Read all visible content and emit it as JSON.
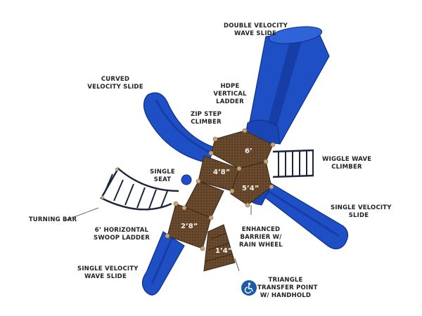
{
  "labels": {
    "double_velocity_wave_slide": [
      "DOUBLE VELOCITY",
      "WAVE SLIDE"
    ],
    "curved_velocity_slide": [
      "CURVED",
      "VELOCITY SLIDE"
    ],
    "hdpe_vertical_ladder": [
      "HDPE",
      "VERTICAL",
      "LADDER"
    ],
    "zip_step_climber": [
      "ZIP STEP",
      "CLIMBER"
    ],
    "single_seat": [
      "SINGLE",
      "SEAT"
    ],
    "wiggle_wave_climber": [
      "WIGGLE WAVE",
      "CLIMBER"
    ],
    "turning_bar": [
      "TURNING BAR"
    ],
    "single_velocity_slide": [
      "SINGLE VELOCITY",
      "SLIDE"
    ],
    "horizontal_swoop_ladder": [
      "6’ HORIZONTAL",
      "SWOOP LADDER"
    ],
    "enhanced_barrier": [
      "ENHANCED",
      "BARRIER W/",
      "RAIN WHEEL"
    ],
    "single_velocity_wave_slide": [
      "SINGLE VELOCITY",
      "WAVE SLIDE"
    ],
    "triangle_transfer_point": [
      "TRIANGLE",
      "TRANSFER POINT",
      "W/ HANDHOLD"
    ]
  },
  "deck_heights": {
    "top_deck": "6’",
    "upper_middle_deck": "4’8”",
    "right_middle_deck": "5’4”",
    "lower_deck": "2’8”",
    "transfer_step": "1’4”"
  },
  "icons": {
    "accessibility": "wheelchair-icon"
  },
  "colors": {
    "slide_blue": "#1f4fc4",
    "slide_dark": "#0d2f8c",
    "deck_brown": "#6a4a2c",
    "post_tan": "#c8a57a",
    "rail_navy": "#1c2440",
    "ada_blue": "#1b5bab"
  }
}
